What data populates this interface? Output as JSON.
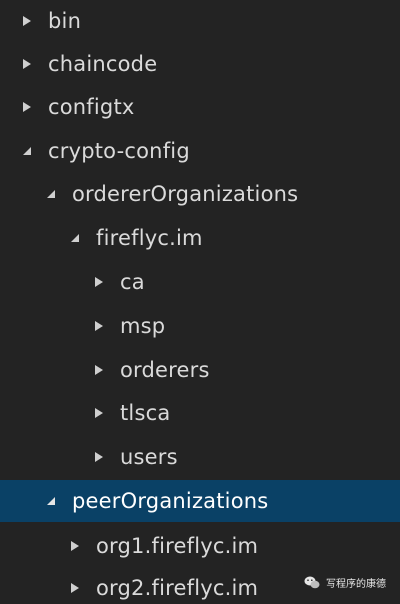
{
  "explorer": {
    "items": [
      {
        "label": "bin",
        "expanded": false,
        "level": 0
      },
      {
        "label": "chaincode",
        "expanded": false,
        "level": 0
      },
      {
        "label": "configtx",
        "expanded": false,
        "level": 0
      },
      {
        "label": "crypto-config",
        "expanded": true,
        "level": 0
      },
      {
        "label": "ordererOrganizations",
        "expanded": true,
        "level": 1
      },
      {
        "label": "fireflyc.im",
        "expanded": true,
        "level": 2
      },
      {
        "label": "ca",
        "expanded": false,
        "level": 3
      },
      {
        "label": "msp",
        "expanded": false,
        "level": 3
      },
      {
        "label": "orderers",
        "expanded": false,
        "level": 3
      },
      {
        "label": "tlsca",
        "expanded": false,
        "level": 3
      },
      {
        "label": "users",
        "expanded": false,
        "level": 3
      },
      {
        "label": "peerOrganizations",
        "expanded": true,
        "level": 1,
        "selected": true
      },
      {
        "label": "org1.fireflyc.im",
        "expanded": false,
        "level": 2
      },
      {
        "label": "org2.fireflyc.im",
        "expanded": false,
        "level": 2
      }
    ]
  },
  "watermark": {
    "text": "写程序的康德"
  },
  "colors": {
    "background": "#232323",
    "selection": "#0a4166",
    "text": "#dadada"
  }
}
